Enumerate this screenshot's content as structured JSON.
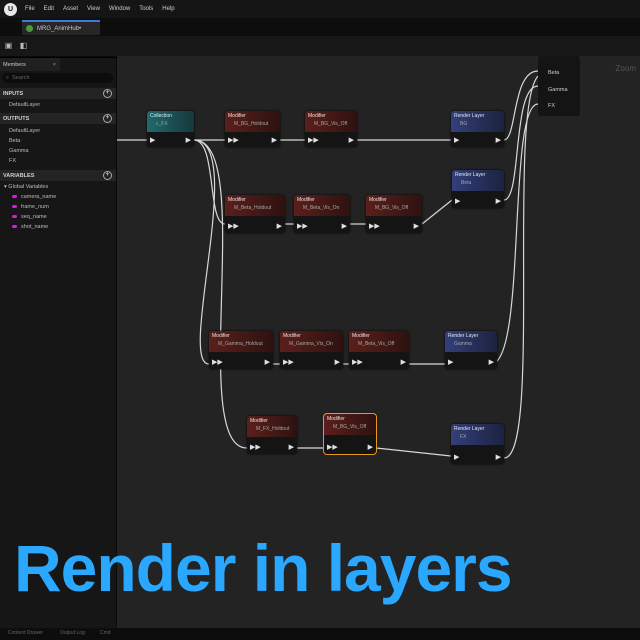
{
  "menu": {
    "items": [
      "File",
      "Edit",
      "Asset",
      "View",
      "Window",
      "Tools",
      "Help"
    ]
  },
  "tab": {
    "label": "MRG_AnimHub•"
  },
  "panel": {
    "tab_label": "Members",
    "search_placeholder": "Search",
    "inputs_label": "INPUTS",
    "inputs": [
      "DefaultLayer"
    ],
    "outputs_label": "OUTPUTS",
    "outputs": [
      "DefaultLayer",
      "Beta",
      "Gamma",
      "FX"
    ],
    "variables_label": "VARIABLES",
    "global_label": "Global Variables",
    "variables": [
      "camera_name",
      "frame_num",
      "seq_name",
      "shot_name"
    ]
  },
  "graph": {
    "zoom_label": "Zoom",
    "output_node": {
      "rows": [
        "Beta",
        "Gamma",
        "FX"
      ]
    },
    "nodes": [
      {
        "title": "Collection",
        "sub": "c_FX"
      },
      {
        "title": "Modifier",
        "sub": "M_BG_Holdout"
      },
      {
        "title": "Modifier",
        "sub": "M_BG_Vis_Off"
      },
      {
        "title": "Render Layer",
        "sub": "BG"
      },
      {
        "title": "Render Layer",
        "sub": "Beta"
      },
      {
        "title": "Modifier",
        "sub": "M_Beta_Holdout"
      },
      {
        "title": "Modifier",
        "sub": "M_Beta_Vis_On"
      },
      {
        "title": "Modifier",
        "sub": "M_BG_Vis_Off"
      },
      {
        "title": "Modifier",
        "sub": "M_Gamma_Holdout"
      },
      {
        "title": "Modifier",
        "sub": "M_Gamma_Vis_On"
      },
      {
        "title": "Modifier",
        "sub": "M_Beta_Vis_Off"
      },
      {
        "title": "Render Layer",
        "sub": "Gamma"
      },
      {
        "title": "Modifier",
        "sub": "M_FX_Holdout"
      },
      {
        "title": "Modifier",
        "sub": "M_BG_Vis_Off"
      },
      {
        "title": "Render Layer",
        "sub": "FX"
      }
    ]
  },
  "status": {
    "items": [
      "Content Drawer",
      "Output Log",
      "Cmd"
    ]
  },
  "headline": "Render in layers",
  "colors": {
    "accent": "#2aa8ff",
    "modifier": "#5c1f1b",
    "collection": "#1f6a6e",
    "render_layer": "#33407a",
    "selection": "#e59a1c",
    "variable": "#d91ad8"
  }
}
